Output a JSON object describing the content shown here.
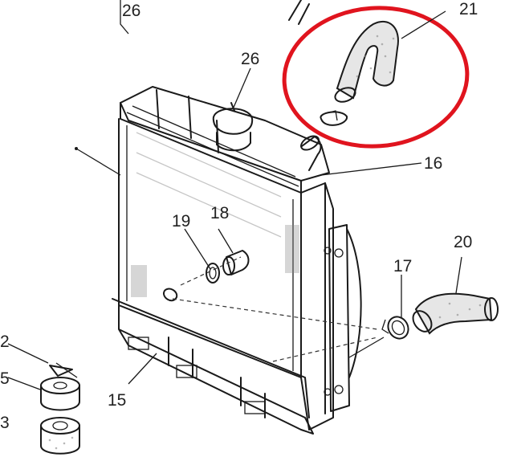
{
  "labels": {
    "l26a": "26",
    "l26b": "26",
    "l21": "21",
    "l16": "16",
    "l19": "19",
    "l18": "18",
    "l20": "20",
    "l17": "17",
    "l15": "15",
    "l2": "2",
    "l5": "5",
    "l3": "3"
  },
  "colors": {
    "highlight_circle": "#e0141e",
    "line_art": "#1a1a1a",
    "background": "#ffffff"
  }
}
